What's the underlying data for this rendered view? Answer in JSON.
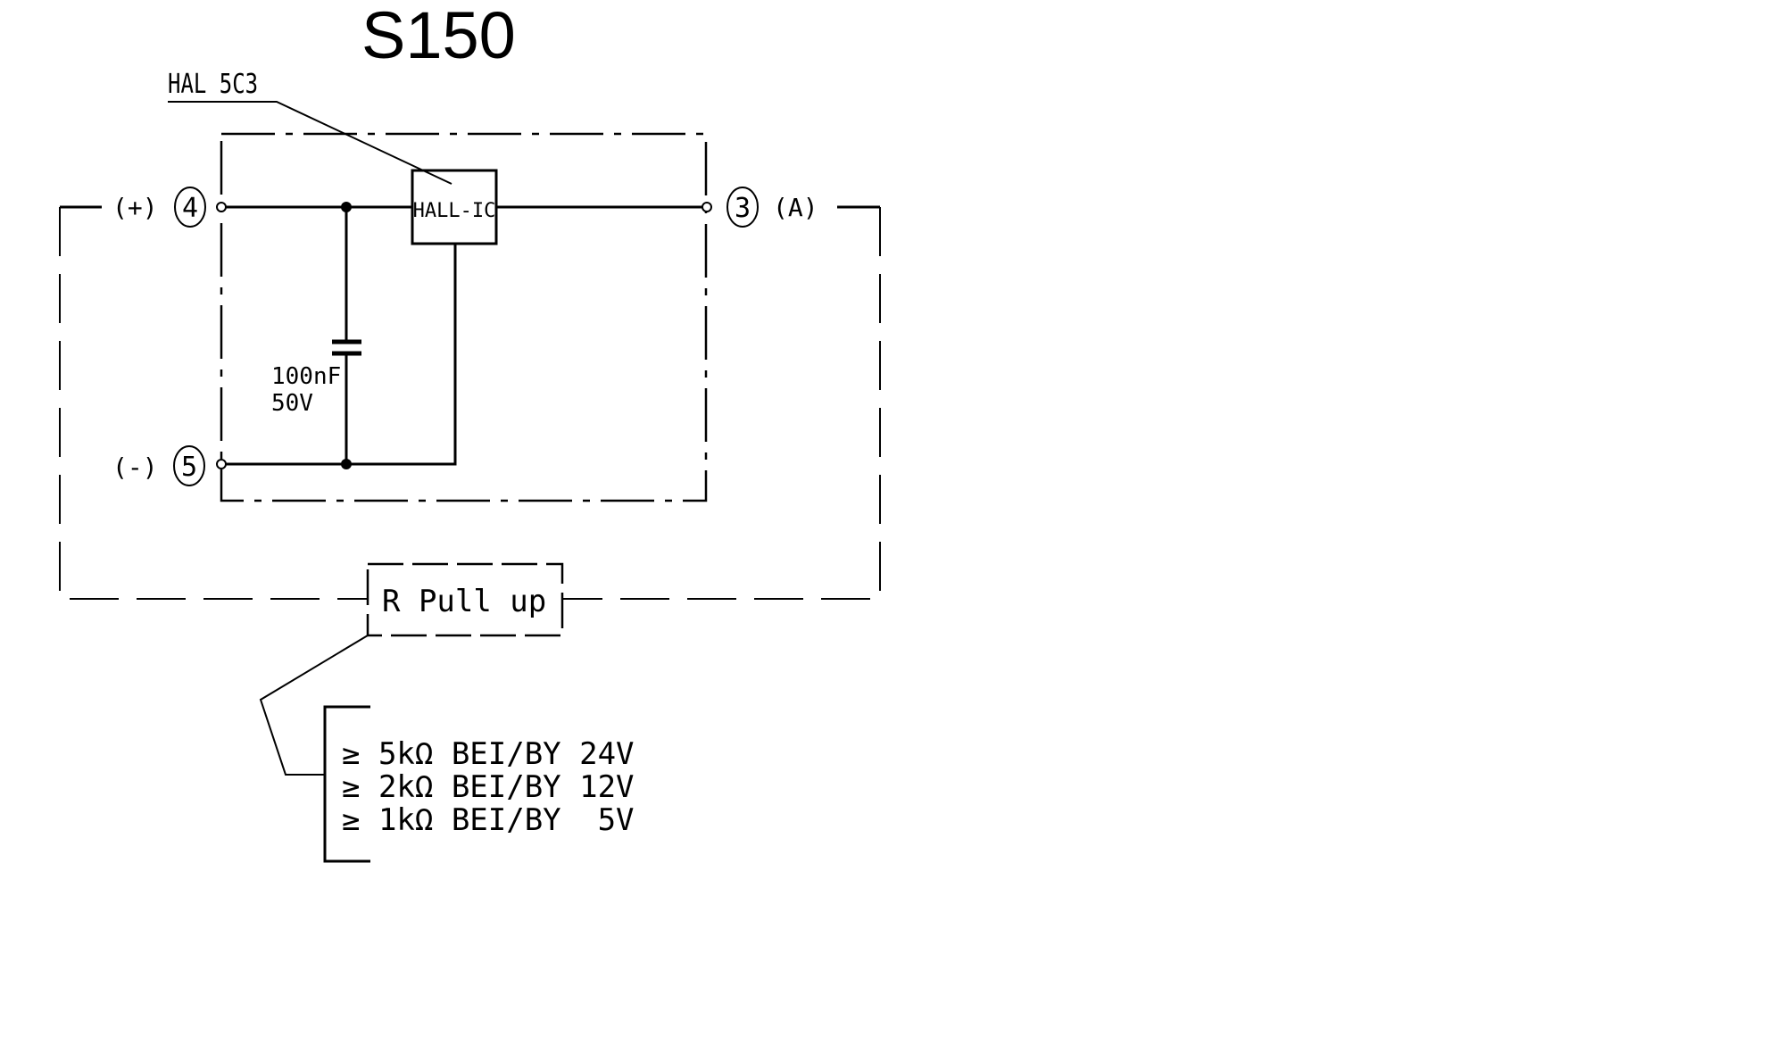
{
  "title": "S150",
  "ic_part": "HAL 5C3",
  "ic_label": "HALL-IC",
  "capacitor": {
    "value": "100nF",
    "voltage": "50V"
  },
  "terminals": {
    "plus": {
      "number": "4",
      "label": "(+)"
    },
    "minus": {
      "number": "5",
      "label": "(-)"
    },
    "output": {
      "number": "3",
      "label": "(A)"
    }
  },
  "pullup_label": "R Pull up",
  "pullup_notes": [
    "≥ 5kΩ BEI/BY 24V",
    "≥ 2kΩ BEI/BY 12V",
    "≥ 1kΩ BEI/BY  5V"
  ]
}
